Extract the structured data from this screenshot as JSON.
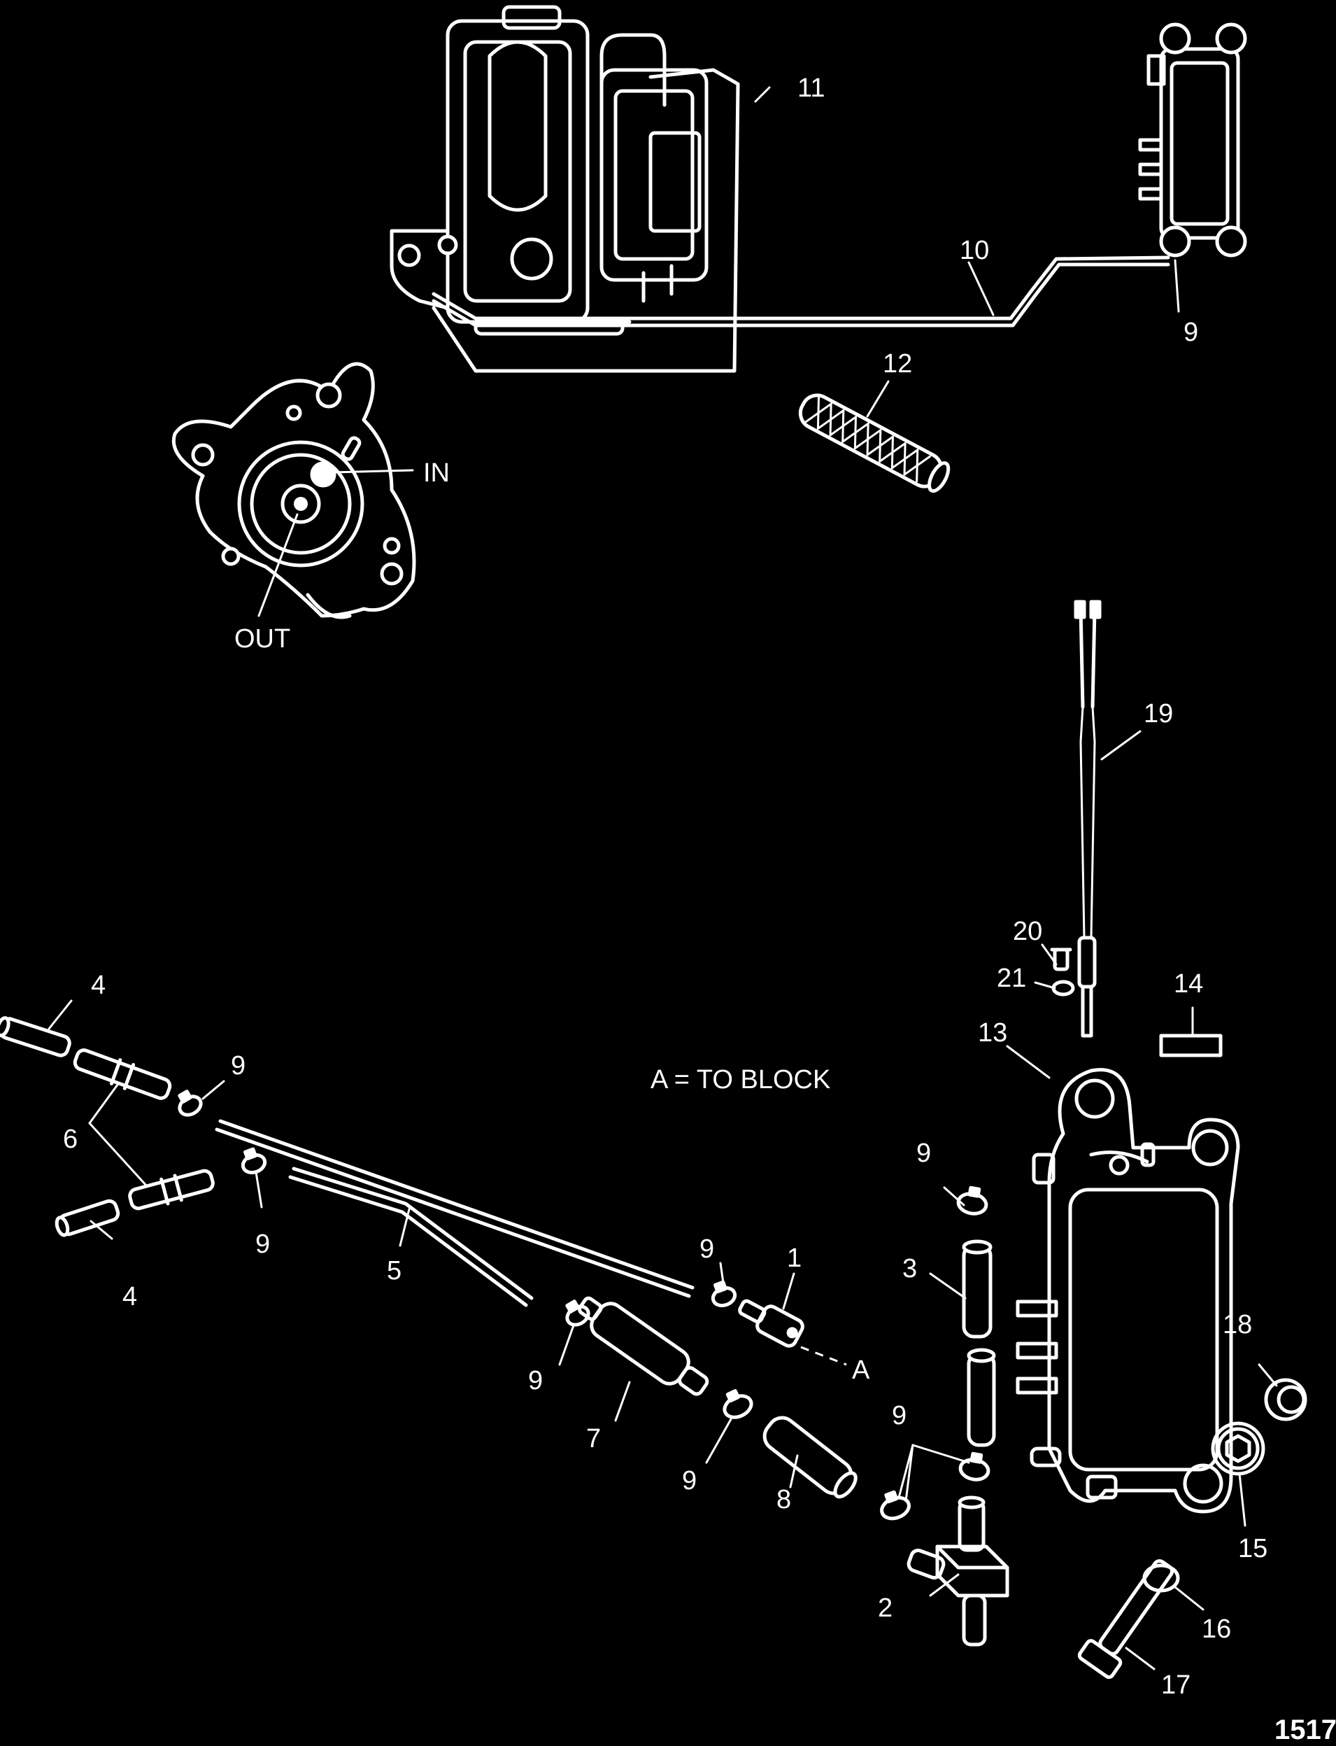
{
  "callouts": {
    "c1": "1",
    "c2": "2",
    "c3": "3",
    "c4a": "4",
    "c4b": "4",
    "c5": "5",
    "c6": "6",
    "c7": "7",
    "c8": "8",
    "c9a": "9",
    "c9b": "9",
    "c9c": "9",
    "c9d": "9",
    "c9e": "9",
    "c9f": "9",
    "c9g": "9",
    "c9h": "9",
    "c10": "10",
    "c11": "11",
    "c12": "12",
    "c13": "13",
    "c14": "14",
    "c15": "15",
    "c16": "16",
    "c17": "17",
    "c18": "18",
    "c19": "19",
    "c20": "20",
    "c21": "21"
  },
  "labels": {
    "in": "IN",
    "out": "OUT",
    "a_marker": "A",
    "legend": "A = TO BLOCK"
  },
  "figure_number": "1517"
}
